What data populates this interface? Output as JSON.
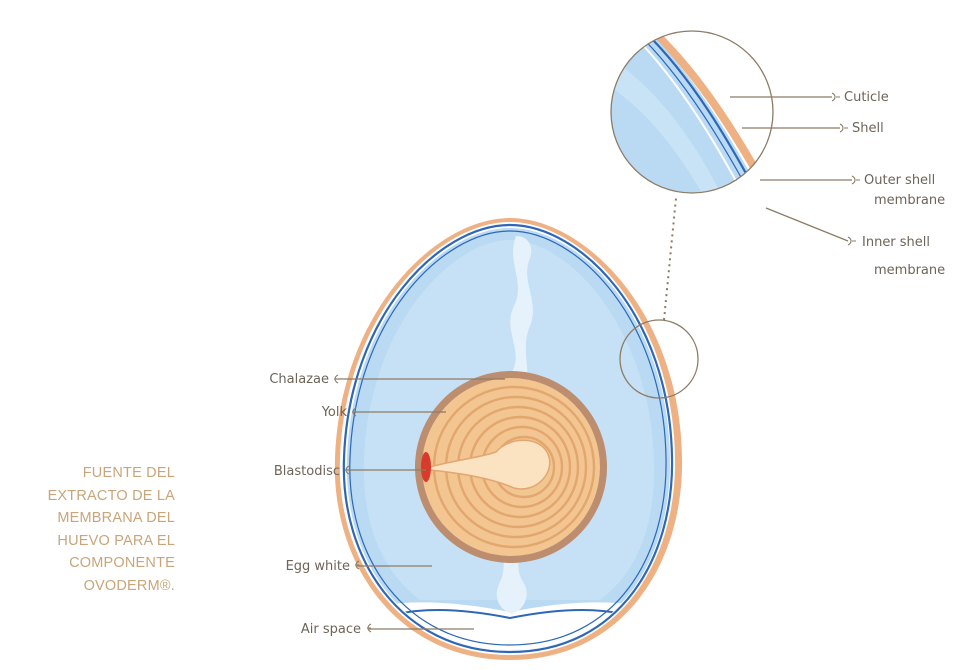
{
  "caption": {
    "lines": [
      "FUENTE DEL",
      "EXTRACTO DE LA",
      "MEMBRANA DEL",
      "HUEVO PARA EL",
      "COMPONENTE",
      "OVODERM®."
    ]
  },
  "diagram": {
    "labels": {
      "chalazae": "Chalazae",
      "yolk": "Yolk",
      "blastodisc": "Blastodisc",
      "egg_white": "Egg white",
      "air_space": "Air space",
      "cuticle": "Cuticle",
      "shell": "Shell",
      "outer_shell_membrane": [
        "Outer shell",
        "membrane"
      ],
      "inner_shell_membrane": [
        "Inner shell",
        "membrane"
      ]
    },
    "colors": {
      "shell": "#eeb184",
      "egg_white": "#b9daf2",
      "membrane": "#2d67b8",
      "yolk_outer": "#bc8d6f",
      "yolk": "#f3c590",
      "blastodisc": "#d93b2b",
      "leader": "#8c7b66"
    }
  }
}
